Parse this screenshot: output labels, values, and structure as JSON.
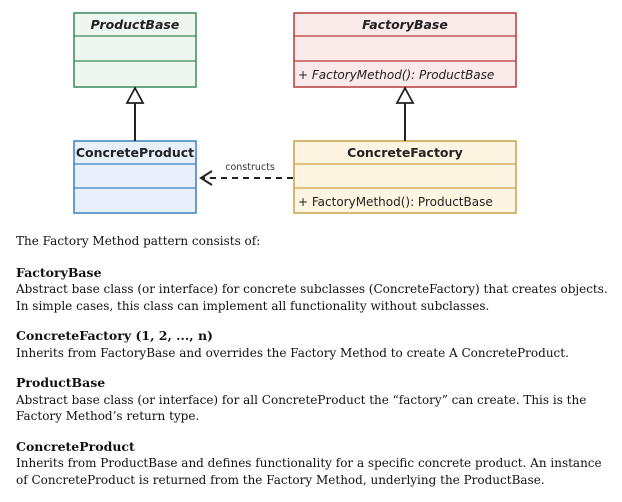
{
  "diagram": {
    "product_base": {
      "title": "ProductBase"
    },
    "factory_base": {
      "title": "FactoryBase",
      "method": "+ FactoryMethod(): ProductBase"
    },
    "concrete_product": {
      "title": "ConcreteProduct"
    },
    "concrete_factory": {
      "title": "ConcreteFactory",
      "method": "+ FactoryMethod(): ProductBase"
    },
    "dependency_label": "constructs",
    "colors": {
      "product_base_border": "#3c8a5c",
      "product_base_fill": "#eef7ef",
      "factory_base_border": "#b83a3a",
      "factory_base_fill": "#fbeaea",
      "concrete_product_border": "#3d80bf",
      "concrete_product_fill": "#e8f1fb",
      "concrete_factory_border": "#c9a24a",
      "concrete_factory_fill": "#fdf5e2"
    }
  },
  "doc": {
    "intro": "The Factory Method pattern consists of:",
    "entries": [
      {
        "term": "FactoryBase",
        "desc": "Abstract base class (or interface) for concrete subclasses (ConcreteFactory) that creates objects. In simple cases, this class can implement all functionality without subclasses."
      },
      {
        "term": "ConcreteFactory (1, 2, ..., n)",
        "desc": "Inherits from FactoryBase and overrides the Factory Method to create A ConcreteProduct."
      },
      {
        "term": "ProductBase",
        "desc": "Abstract base class (or interface) for all ConcreteProduct the “factory” can create. This is the Factory Method’s return type."
      },
      {
        "term": "ConcreteProduct",
        "desc": "Inherits from ProductBase and defines functionality for a specific concrete product. An instance of ConcreteProduct is returned from the Factory Method, underlying the ProductBase."
      }
    ]
  }
}
